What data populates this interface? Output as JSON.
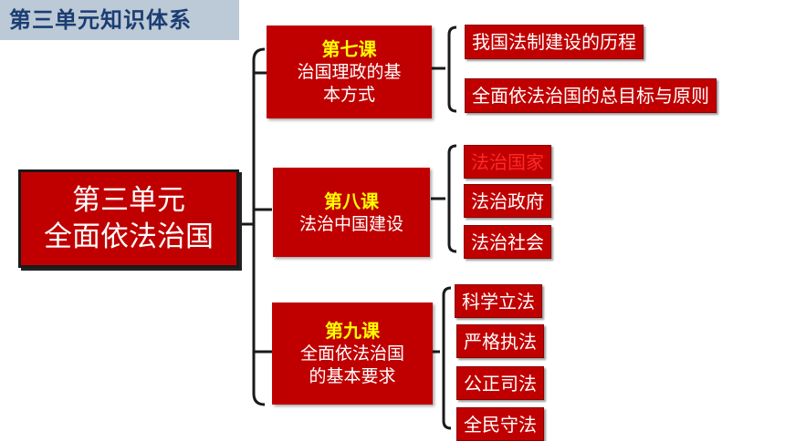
{
  "title_tab": "第三单元知识体系",
  "root": {
    "line1": "第三单元",
    "line2": "全面依法治国"
  },
  "lessons": [
    {
      "head": "第七课",
      "body_line1": "治国理政的基",
      "body_line2": "本方式",
      "items": [
        "我国法制建设的历程",
        "全面依法治国的总目标与原则"
      ]
    },
    {
      "head": "第八课",
      "body_line1": "法治中国建设",
      "body_line2": "",
      "items": [
        "法治国家",
        "法治政府",
        "法治社会"
      ]
    },
    {
      "head": "第九课",
      "body_line1": "全面依法治国",
      "body_line2": "的基本要求",
      "items": [
        "科学立法",
        "严格执法",
        "公正司法",
        "全民守法"
      ]
    }
  ],
  "colors": {
    "box_red": "#c00000",
    "lesson_head_yellow": "#ffff00",
    "highlight_text": "#ff2a2a",
    "title_blue": "#1b3d72",
    "title_bg": "#bcc9d6"
  }
}
